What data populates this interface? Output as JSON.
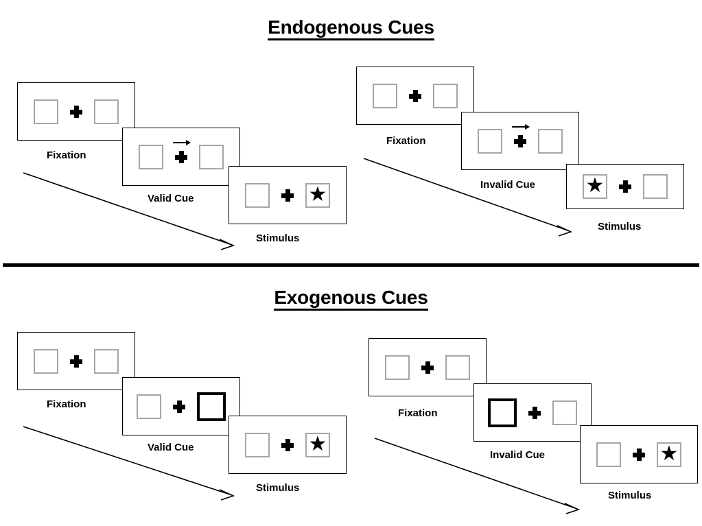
{
  "figure": {
    "title_endogenous": "Endogenous Cues",
    "title_exogenous": "Exogenous Cues",
    "box_count_per_panel": 2,
    "icons": {
      "fixation_cross": "plus-cross-icon",
      "target": "black-star-icon",
      "cue_arrow": "right-arrow-icon",
      "time_arrow": "diagonal-time-arrow-icon"
    },
    "colors": {
      "placeholder_border": "#a6a6a6",
      "cued_border": "#000000",
      "panel_border": "#000000",
      "ink": "#000000",
      "background": "#ffffff"
    }
  },
  "sections": [
    {
      "id": "endogenous",
      "title": "Endogenous Cues",
      "sequences": [
        {
          "id": "endogenous-valid",
          "condition": "Valid",
          "frames": [
            {
              "caption": "Fixation",
              "left_box": {
                "cued": false,
                "target": false
              },
              "right_box": {
                "cued": false,
                "target": false
              },
              "arrow_cue": "none"
            },
            {
              "caption": "Valid Cue",
              "left_box": {
                "cued": false,
                "target": false
              },
              "right_box": {
                "cued": false,
                "target": false
              },
              "arrow_cue": "right"
            },
            {
              "caption": "Stimulus",
              "left_box": {
                "cued": false,
                "target": false
              },
              "right_box": {
                "cued": false,
                "target": true
              },
              "arrow_cue": "none"
            }
          ]
        },
        {
          "id": "endogenous-invalid",
          "condition": "Invalid",
          "frames": [
            {
              "caption": "Fixation",
              "left_box": {
                "cued": false,
                "target": false
              },
              "right_box": {
                "cued": false,
                "target": false
              },
              "arrow_cue": "none"
            },
            {
              "caption": "Invalid Cue",
              "left_box": {
                "cued": false,
                "target": false
              },
              "right_box": {
                "cued": false,
                "target": false
              },
              "arrow_cue": "right"
            },
            {
              "caption": "Stimulus",
              "left_box": {
                "cued": false,
                "target": true
              },
              "right_box": {
                "cued": false,
                "target": false
              },
              "arrow_cue": "none"
            }
          ]
        }
      ]
    },
    {
      "id": "exogenous",
      "title": "Exogenous Cues",
      "sequences": [
        {
          "id": "exogenous-valid",
          "condition": "Valid",
          "frames": [
            {
              "caption": "Fixation",
              "left_box": {
                "cued": false,
                "target": false
              },
              "right_box": {
                "cued": false,
                "target": false
              },
              "arrow_cue": "none"
            },
            {
              "caption": "Valid Cue",
              "left_box": {
                "cued": false,
                "target": false
              },
              "right_box": {
                "cued": true,
                "target": false
              },
              "arrow_cue": "none"
            },
            {
              "caption": "Stimulus",
              "left_box": {
                "cued": false,
                "target": false
              },
              "right_box": {
                "cued": false,
                "target": true
              },
              "arrow_cue": "none"
            }
          ]
        },
        {
          "id": "exogenous-invalid",
          "condition": "Invalid",
          "frames": [
            {
              "caption": "Fixation",
              "left_box": {
                "cued": false,
                "target": false
              },
              "right_box": {
                "cued": false,
                "target": false
              },
              "arrow_cue": "none"
            },
            {
              "caption": "Invalid Cue",
              "left_box": {
                "cued": true,
                "target": false
              },
              "right_box": {
                "cued": false,
                "target": false
              },
              "arrow_cue": "none"
            },
            {
              "caption": "Stimulus",
              "left_box": {
                "cued": false,
                "target": false
              },
              "right_box": {
                "cued": false,
                "target": true
              },
              "arrow_cue": "none"
            }
          ]
        }
      ]
    }
  ],
  "glyphs": {
    "star": "★"
  }
}
